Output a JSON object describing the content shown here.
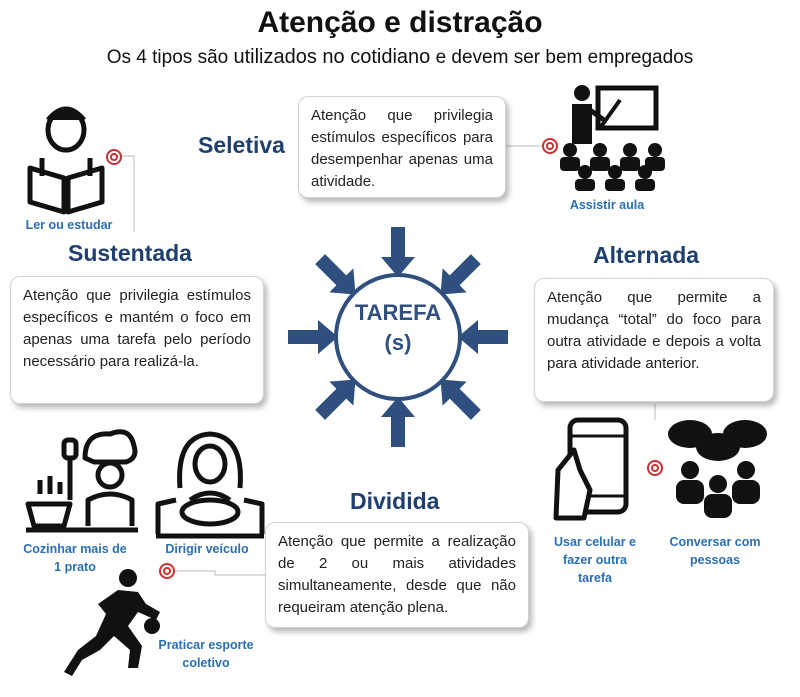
{
  "title": "Atenção e distração",
  "subtitle": {
    "part1": "Os 4 tipos são",
    "part2": "utilizados no cotidiano",
    "part3": "e devem ser bem empregados"
  },
  "center": {
    "line1": "TAREFA",
    "line2": "(s)"
  },
  "seletiva": {
    "heading": "Seletiva",
    "text": "Atenção que privilegia estímulos específicos para desempenhar apenas uma atividade.",
    "example": "Assistir aula"
  },
  "sustentada": {
    "heading": "Sustentada",
    "text": "Atenção que privilegia estímulos específicos e mantém o foco em apenas uma tarefa pelo período necessário para realizá-la.",
    "example": "Ler ou estudar"
  },
  "alternada": {
    "heading": "Alternada",
    "text": "Atenção que permite a mudança “total” do foco para outra atividade e depois a volta para atividade anterior.",
    "examples": [
      "Usar celular e fazer outra tarefa",
      "Conversar com pessoas"
    ]
  },
  "dividida": {
    "heading": "Dividida",
    "text": "Atenção que permite a realização de 2 ou mais atividades simultaneamente, desde que não requeiram atenção plena.",
    "examples": [
      "Cozinhar mais de 1 prato",
      "Dirigir veículo",
      "Praticar esporte coletivo"
    ]
  },
  "colors": {
    "arrow": "#2f4f7f",
    "heading": "#1f3f6e",
    "caption": "#2a6fb3",
    "target": "#c83232"
  }
}
